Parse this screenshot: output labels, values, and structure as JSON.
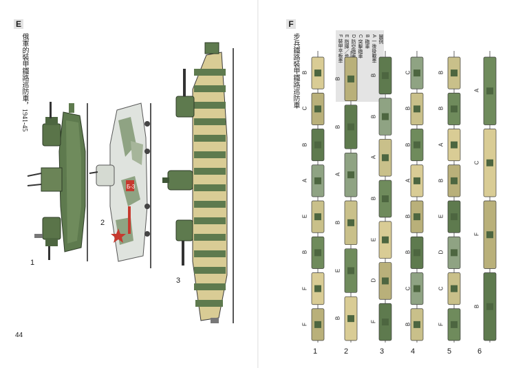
{
  "left_page": {
    "plate": "E",
    "title": "俄軍的裝甲鐵路巡防車，1941-45",
    "page_number": "44",
    "items": [
      {
        "num": "1"
      },
      {
        "num": "2",
        "marking": "Б-3"
      },
      {
        "num": "3"
      }
    ]
  },
  "right_page": {
    "plate": "F",
    "title": "步兵鐵路裝甲鐵路巡防車",
    "legend": {
      "heading": "圖例",
      "entries": [
        "A 一後掛載車",
        "B 砲車",
        "C 突擊砲車",
        "D 防空砲車／火箭砲",
        "E 指揮／步兵車",
        "F 裝甲平板車"
      ]
    },
    "columns": [
      {
        "num": "1",
        "letters": [
          "B",
          "C",
          "B",
          "A",
          "E",
          "B",
          "F",
          "F"
        ]
      },
      {
        "num": "2",
        "letters": [
          "B",
          "B",
          "A",
          "B",
          "E",
          "B"
        ]
      },
      {
        "num": "3",
        "letters": [
          "B",
          "B",
          "A",
          "B",
          "E",
          "D",
          "F"
        ]
      },
      {
        "num": "4",
        "letters": [
          "C",
          "B",
          "B",
          "A",
          "B",
          "B",
          "C",
          "B"
        ]
      },
      {
        "num": "5",
        "letters": [
          "B",
          "B",
          "A",
          "B",
          "E",
          "D",
          "C",
          "F"
        ]
      },
      {
        "num": "6",
        "letters": [
          "A",
          "C",
          "F",
          "B"
        ]
      }
    ]
  },
  "colors": {
    "camo_green": "#5e7a4e",
    "camo_dark": "#3f5636",
    "sand": "#d9cc95",
    "tan": "#b9b07a",
    "snow": "#dfe3de",
    "red_star": "#c63a2f"
  }
}
